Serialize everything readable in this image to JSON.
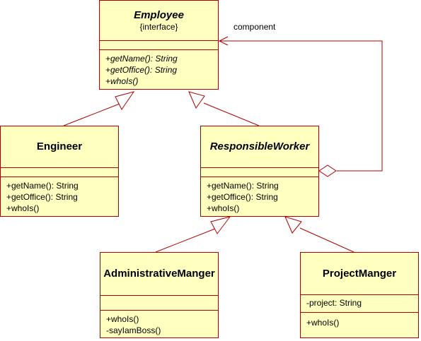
{
  "classes": {
    "employee": {
      "name": "Employee",
      "stereotype": "{interface}",
      "operations": [
        "+getName(): String",
        "+getOffice(): String",
        "+whoIs()"
      ]
    },
    "engineer": {
      "name": "Engineer",
      "operations": [
        "+getName(): String",
        "+getOffice(): String",
        "+whoIs()"
      ]
    },
    "responsible_worker": {
      "name": "ResponsibleWorker",
      "operations": [
        "+getName(): String",
        "+getOffice(): String",
        "+whoIs()"
      ]
    },
    "administrative_manager": {
      "name": "AdministrativeManger",
      "operations": [
        "+whoIs()",
        "-sayIamBoss()"
      ]
    },
    "project_manager": {
      "name": "ProjectManger",
      "attributes": [
        "-project: String"
      ],
      "operations": [
        "+whoIs()"
      ]
    }
  },
  "relations": {
    "component_label": "component"
  },
  "colors": {
    "class_fill": "#ffffc0",
    "line": "#b20000"
  }
}
